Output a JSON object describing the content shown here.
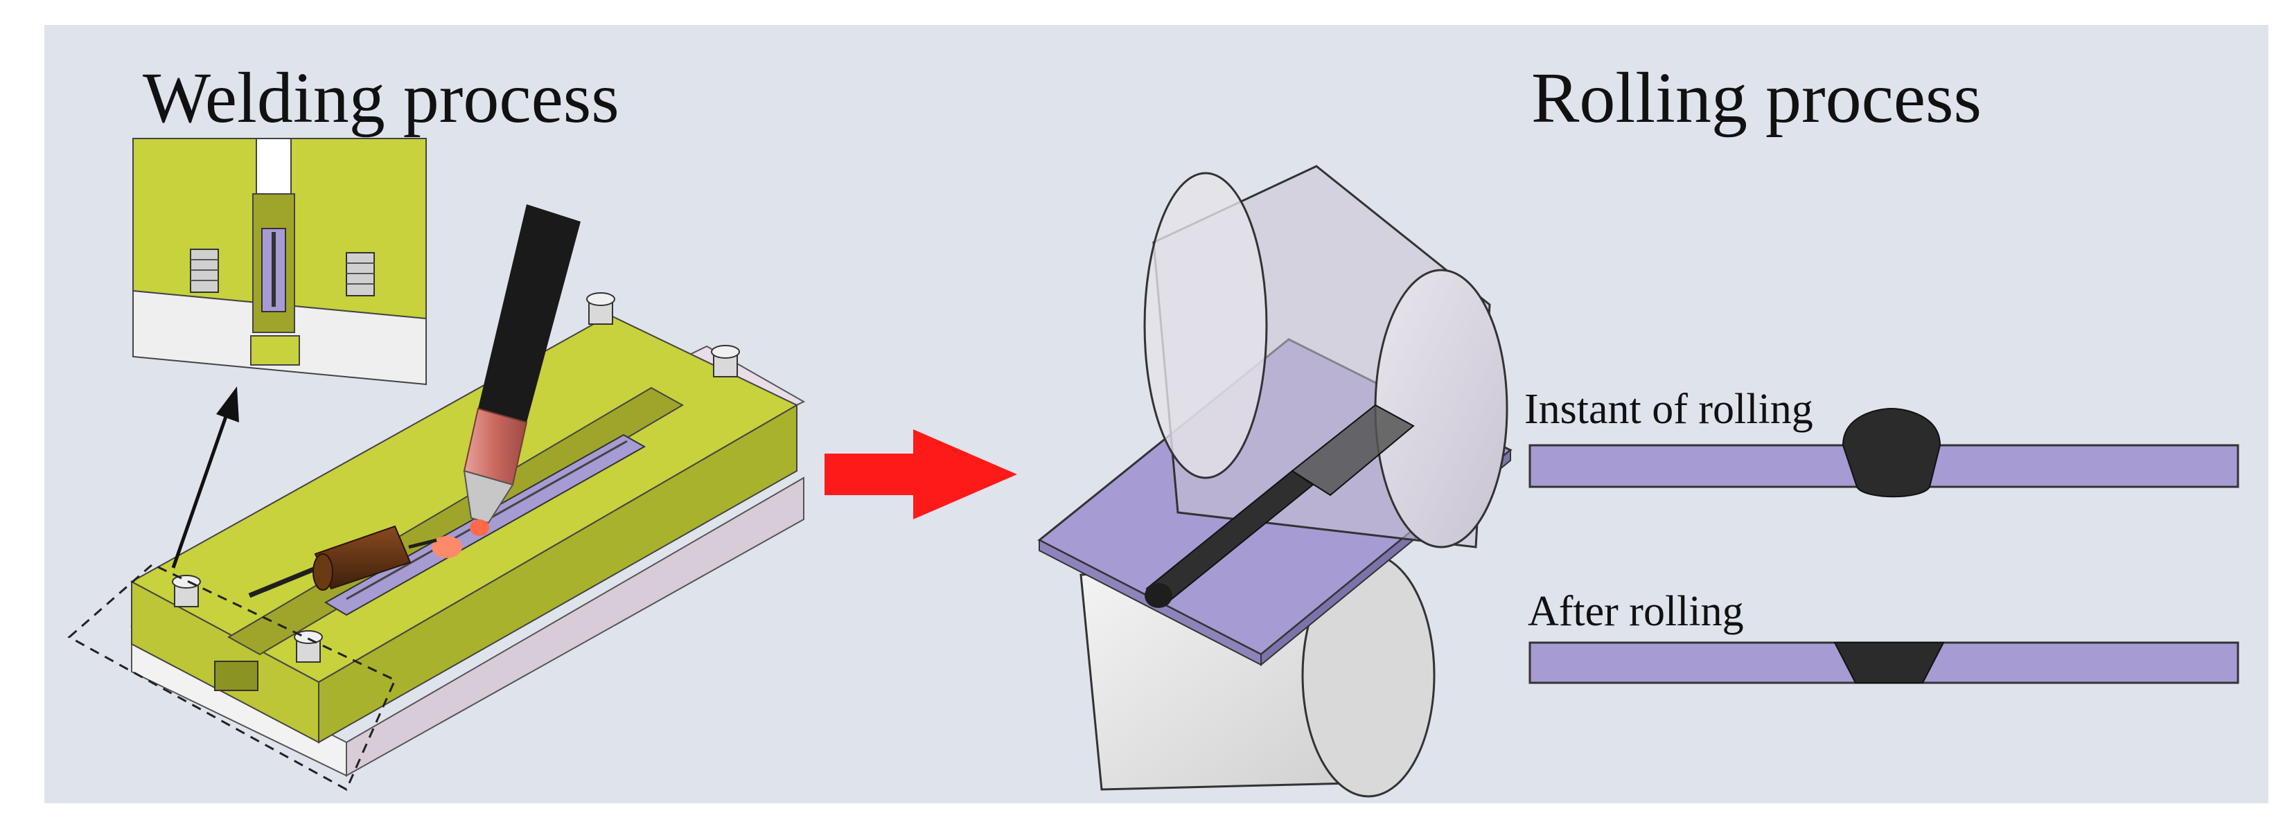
{
  "titles": {
    "welding": "Welding process",
    "rolling": "Rolling process"
  },
  "labels": {
    "instant": "Instant of rolling",
    "after": "After rolling"
  },
  "colors": {
    "background": "#dfe3ec",
    "fixture": "#c7d23d",
    "plate": "#a79bd3",
    "weld": "#2f2f2f",
    "arrow": "#ff1a1a",
    "roller": "#d7d4dc"
  }
}
